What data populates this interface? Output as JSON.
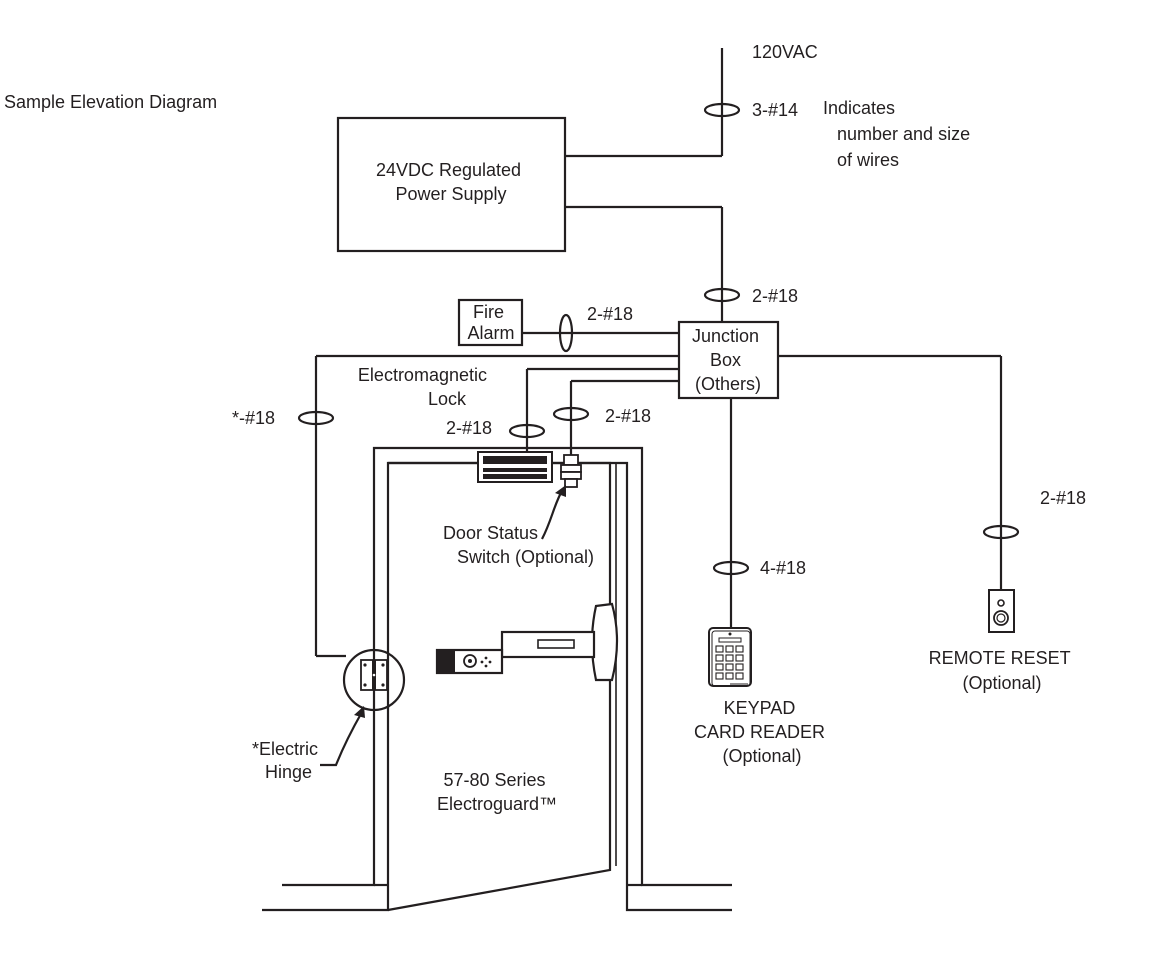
{
  "title": "Sample Elevation Diagram",
  "power": {
    "source": "120VAC",
    "wire_main": "3-#14",
    "wire_note": [
      "Indicates",
      "number and size",
      "of wires"
    ],
    "supply_label": [
      "24VDC Regulated",
      "Power Supply"
    ],
    "wire_supply_junction": "2-#18"
  },
  "fire_alarm": {
    "label": [
      "Fire",
      "Alarm"
    ],
    "wire": "2-#18"
  },
  "junction_box": {
    "label": [
      "Junction",
      "Box",
      "(Others)"
    ]
  },
  "hinge": {
    "wire": "*-#18",
    "label": [
      "*Electric",
      "Hinge"
    ]
  },
  "maglock": {
    "label": [
      "Electromagnetic",
      "Lock"
    ],
    "wire": "2-#18"
  },
  "door_status": {
    "wire": "2-#18",
    "label": [
      "Door Status",
      "Switch (Optional)"
    ]
  },
  "keypad": {
    "wire": "4-#18",
    "label": [
      "KEYPAD",
      "CARD READER",
      "(Optional)"
    ]
  },
  "remote_reset": {
    "wire": "2-#18",
    "label": [
      "REMOTE RESET",
      "(Optional)"
    ]
  },
  "door": {
    "label": [
      "57-80 Series",
      "Electroguard™"
    ]
  },
  "colors": {
    "ink": "#231f20",
    "background": "#ffffff"
  }
}
